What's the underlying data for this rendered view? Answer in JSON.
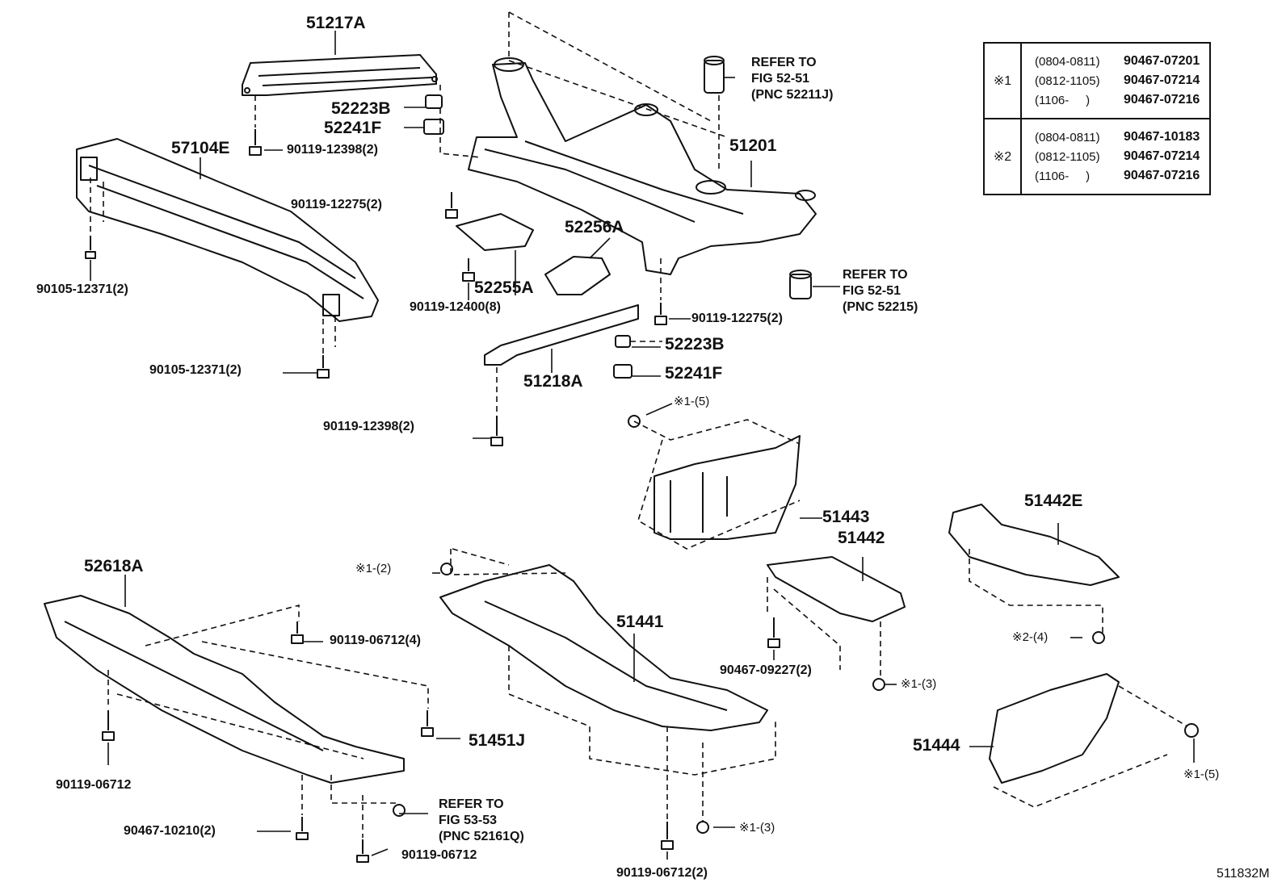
{
  "figure_id": "511832M",
  "labels": {
    "p51217A": "51217A",
    "p52223B_a": "52223B",
    "p52241F_a": "52241F",
    "b90119_12398_a": "90119-12398(2)",
    "p57104E": "57104E",
    "b90119_12275_a": "90119-12275(2)",
    "b90105_12371_a": "90105-12371(2)",
    "b90105_12371_b": "90105-12371(2)",
    "p52256A": "52256A",
    "p52255A": "52255A",
    "b90119_12400": "90119-12400(8)",
    "p51218A": "51218A",
    "b90119_12398_b": "90119-12398(2)",
    "p51201": "51201",
    "b90119_12275_b": "90119-12275(2)",
    "p52223B_b": "52223B",
    "p52241F_b": "52241F",
    "n1_5a": "※1-(5)",
    "ref_52211J": "REFER TO\nFIG 52-51\n(PNC 52211J)",
    "ref_52215": "REFER TO\nFIG 52-51\n(PNC 52215)",
    "p51443": "51443",
    "p51442E": "51442E",
    "p51442": "51442",
    "p52618A": "52618A",
    "n1_2": "※1-(2)",
    "b90119_06712_4": "90119-06712(4)",
    "p51441": "51441",
    "b90467_09227": "90467-09227(2)",
    "n1_3a": "※1-(3)",
    "n2_4": "※2-(4)",
    "p51444": "51444",
    "n1_5b": "※1-(5)",
    "p51451J": "51451J",
    "b90119_06712_a": "90119-06712",
    "ref_52161Q": "REFER TO\nFIG 53-53\n(PNC 52161Q)",
    "b90467_10210": "90467-10210(2)",
    "b90119_06712_b": "90119-06712",
    "b90119_06712_2": "90119-06712(2)",
    "n1_3b": "※1-(3)"
  },
  "legend": [
    {
      "marker": "※1",
      "rows": [
        {
          "range": "(0804-0811)",
          "part": "90467-07201"
        },
        {
          "range": "(0812-1105)",
          "part": "90467-07214"
        },
        {
          "range": "(1106-     )",
          "part": "90467-07216"
        }
      ]
    },
    {
      "marker": "※2",
      "rows": [
        {
          "range": "(0804-0811)",
          "part": "90467-10183"
        },
        {
          "range": "(0812-1105)",
          "part": "90467-07214"
        },
        {
          "range": "(1106-     )",
          "part": "90467-07216"
        }
      ]
    }
  ]
}
